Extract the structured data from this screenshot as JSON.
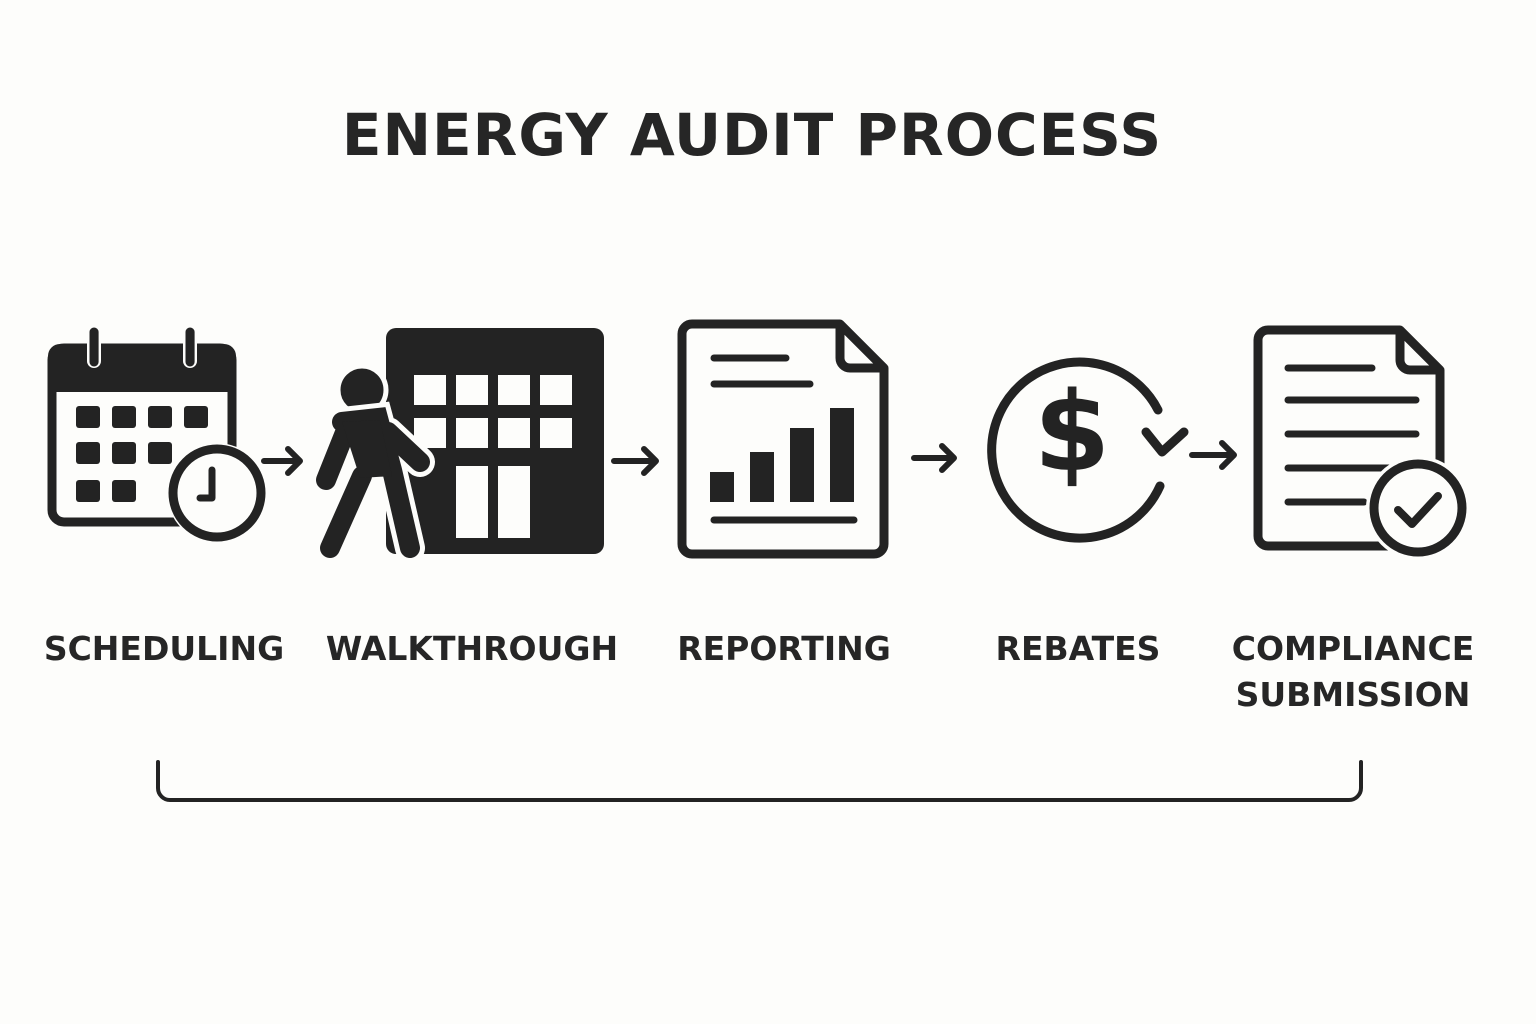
{
  "title": "ENERGY AUDIT PROCESS",
  "steps": [
    {
      "label": "SCHEDULING",
      "icon": "calendar-clock-icon"
    },
    {
      "label": "WALKTHROUGH",
      "icon": "person-walking-building-icon"
    },
    {
      "label": "REPORTING",
      "icon": "report-document-chart-icon"
    },
    {
      "label": "REBATES",
      "icon": "dollar-cycle-icon"
    },
    {
      "label_line1": "COMPLIANCE",
      "label_line2": "SUBMISSION",
      "icon": "document-check-icon"
    }
  ],
  "colors": {
    "ink": "#232323",
    "background": "#fdfdfb"
  }
}
